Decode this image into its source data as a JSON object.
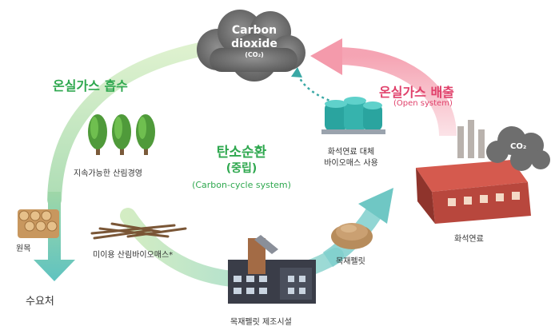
{
  "center": {
    "title_ko": "탄소순환",
    "subtitle_ko": "(중립)",
    "title_en": "(Carbon-cycle system)"
  },
  "cloud": {
    "line1": "Carbon",
    "line2": "dioxide",
    "line3": "(CO₂)"
  },
  "left_section": {
    "title": "온실가스 흡수"
  },
  "right_section": {
    "title": "온실가스 배출",
    "subtitle": "(Open system)"
  },
  "smoke_label": "CO₂",
  "nodes": {
    "forest": "지속가능한 산림경영",
    "logs": "원목",
    "biomass": "미이용 산림바이오매스*",
    "consumer": "수요처",
    "plant": "목재펠릿 제조시설",
    "pellet": "목재펠릿",
    "factory": "화석연료",
    "tanks_line1": "화석연료 대체",
    "tanks_line2": "바이오매스 사용"
  },
  "colors": {
    "absorb": "#2fa84f",
    "emit": "#e0416b",
    "cycle_green": "#b9dfa8",
    "cycle_teal": "#7fcfcc",
    "cycle_pink": "#f7b7c2"
  }
}
